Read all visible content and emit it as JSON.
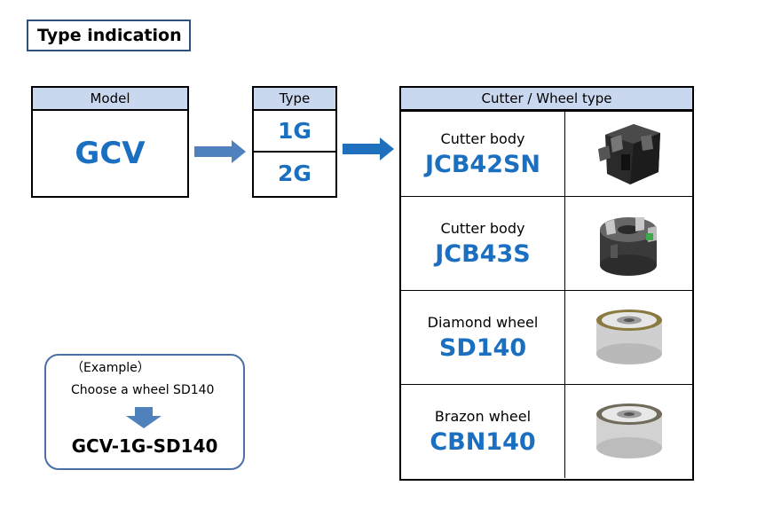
{
  "title": "Type indication",
  "model": {
    "header": "Model",
    "value": "GCV"
  },
  "type": {
    "header": "Type",
    "options": [
      "1G",
      "2G"
    ]
  },
  "cutter_wheel": {
    "header": "Cutter / Wheel type",
    "rows": [
      {
        "category": "Cutter body",
        "code": "JCB42SN",
        "image": "cutter-body-jcb42sn-icon"
      },
      {
        "category": "Cutter body",
        "code": "JCB43S",
        "image": "cutter-body-jcb43s-icon"
      },
      {
        "category": "Diamond wheel",
        "code": "SD140",
        "image": "diamond-wheel-icon"
      },
      {
        "category": "Brazon wheel",
        "code": "CBN140",
        "image": "brazon-wheel-icon"
      }
    ]
  },
  "example": {
    "label": "（Example）",
    "description": "Choose a wheel SD140",
    "result": "GCV-1G-SD140"
  },
  "colors": {
    "accent": "#1a6fc0",
    "header_bg": "#c9d8ef",
    "arrow": "#4f81bd"
  }
}
